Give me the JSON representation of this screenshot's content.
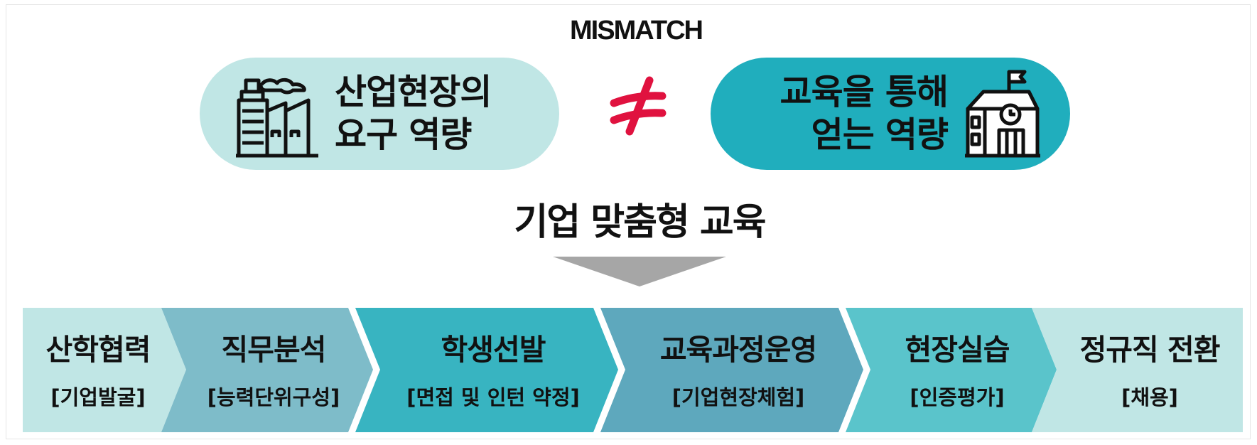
{
  "title": "MISMATCH",
  "left_pill": {
    "line1": "산업현장의",
    "line2": "요구 역량",
    "icon": "factory-icon",
    "color": "#c0e6e5"
  },
  "not_equal_symbol": "≠",
  "not_equal_color": "#e0123f",
  "right_pill": {
    "line1": "교육을 통해",
    "line2": "얻는 역량",
    "icon": "school-icon",
    "color": "#20aebd"
  },
  "subtitle": "기업 맞춤형 교육",
  "arrow_icon": "down-triangle-icon",
  "steps": [
    {
      "label": "산학협력",
      "sub": "[기업발굴]",
      "color": "#c0e6e5"
    },
    {
      "label": "직무분석",
      "sub": "[능력단위구성]",
      "color": "#7ebcc9"
    },
    {
      "label": "학생선발",
      "sub": "[면접 및 인턴 약정]",
      "color": "#38b4c1"
    },
    {
      "label": "교육과정운영",
      "sub": "[기업현장체험]",
      "color": "#5ea8bd"
    },
    {
      "label": "현장실습",
      "sub": "[인증평가]",
      "color": "#5ac4cb"
    },
    {
      "label": "정규직 전환",
      "sub": "[채용]",
      "color": "#c0e6e5"
    }
  ]
}
